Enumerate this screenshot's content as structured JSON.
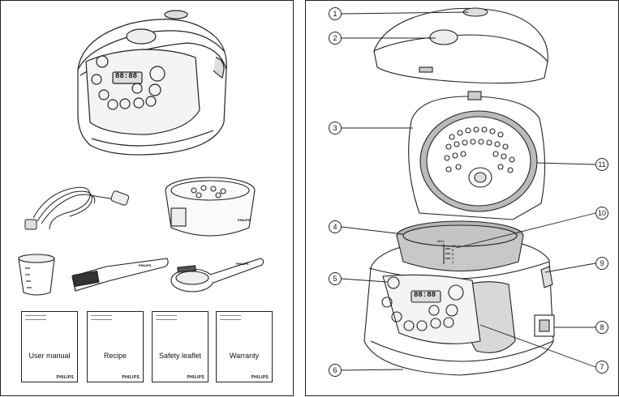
{
  "left_page": {
    "booklets": [
      {
        "title": "User manual",
        "brand": "PHILIPS"
      },
      {
        "title": "Recipe",
        "brand": "PHILIPS"
      },
      {
        "title": "Safety leaflet",
        "brand": "PHILIPS"
      },
      {
        "title": "Warranty",
        "brand": "PHILIPS"
      }
    ],
    "cooker_display": "88:88",
    "steam_basket_brand": "PHILIPS",
    "spatula_brand": "PHILIPS",
    "ladle_brand": "PHILIPS"
  },
  "right_page": {
    "callouts": [
      "1",
      "2",
      "3",
      "4",
      "5",
      "6",
      "7",
      "8",
      "9",
      "10",
      "11"
    ],
    "cooker_display": "88:88",
    "bowl_scale": [
      "MAX",
      "10",
      "8",
      "6",
      "4",
      "2"
    ]
  },
  "icons": [
    "rice-cooker-illustration",
    "power-cord-illustration",
    "steam-basket-illustration",
    "measuring-cup-illustration",
    "spatula-illustration",
    "ladle-illustration",
    "open-rice-cooker-illustration",
    "inner-bowl-illustration",
    "detachable-lid-illustration"
  ],
  "colors": {
    "line": "#222222",
    "bowl": "#b5b5b5",
    "shade": "#d8d8d8"
  }
}
